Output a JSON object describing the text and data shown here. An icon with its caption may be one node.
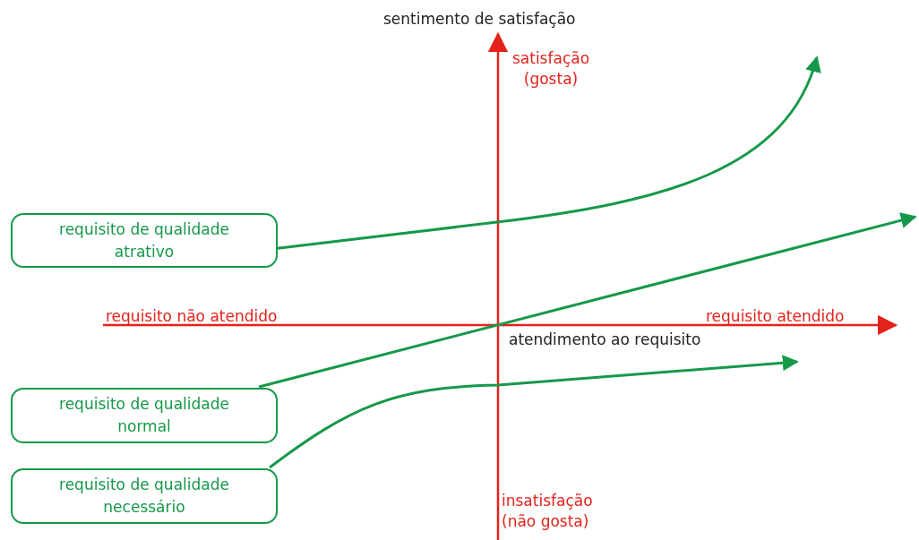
{
  "diagram": {
    "nodes": [
      {
        "text": [
          "requisito de qualidade atrativo"
        ]
      },
      {
        "text": [
          "requisito de qualidade normal"
        ]
      },
      {
        "text": [
          "requisito de qualidade necessário"
        ]
      }
    ],
    "edges": [
      {
        "from": 0,
        "to": null,
        "arrow": "to"
      },
      {
        "from": 1,
        "to": null,
        "arrow": "to"
      },
      {
        "from": 2,
        "to": null,
        "arrow": "to"
      }
    ],
    "labels": [
      "sentimento de satisfação",
      "satisfação (gosta)",
      "requisito não atendido",
      "requisito atendido",
      "atendimento ao requisito",
      "insatisfação (não gosta)"
    ]
  }
}
